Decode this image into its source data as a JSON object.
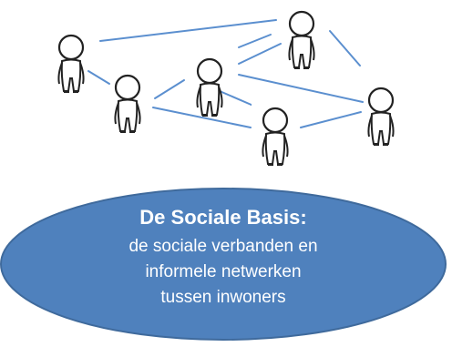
{
  "ellipse": {
    "title": "De Sociale Basis:",
    "lines": [
      "de sociale verbanden en",
      "informele netwerken",
      "tussen inwoners"
    ]
  },
  "colors": {
    "ellipse_fill": "#4f81bd",
    "ellipse_stroke": "#3f6a9c",
    "line": "#5b8fcf",
    "figure_stroke": "#222222",
    "figure_fill": "#ffffff"
  },
  "icons": [
    "person-icon"
  ]
}
